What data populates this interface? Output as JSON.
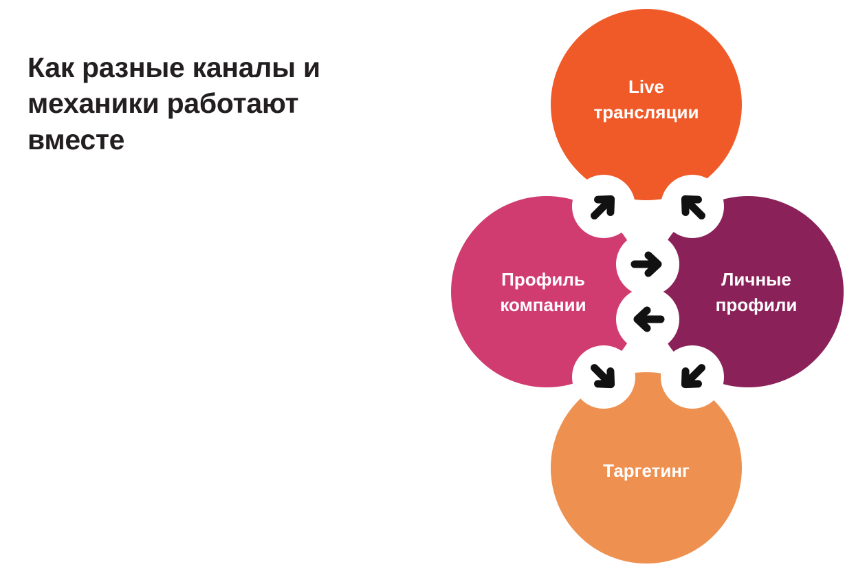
{
  "page": {
    "background_color": "#ffffff",
    "text_color": "#231f20"
  },
  "headline": {
    "text": "Как разные каналы и\nмеханики работают\nвместе"
  },
  "diagram": {
    "type": "cycle-diagram",
    "nodes": [
      {
        "id": "live",
        "label_line1": "Live",
        "label_line2": "трансляции",
        "color": "#F05A28",
        "position": "top"
      },
      {
        "id": "company-profile",
        "label_line1": "Профиль",
        "label_line2": "компании",
        "color": "#D13C70",
        "position": "left"
      },
      {
        "id": "personal-profiles",
        "label_line1": "Личные",
        "label_line2": "профили",
        "color": "#8B2159",
        "position": "right"
      },
      {
        "id": "targeting",
        "label_line1": "Таргетинг",
        "label_line2": "",
        "color": "#EE9050",
        "position": "bottom"
      }
    ],
    "connectors": [
      {
        "id": "left-to-top",
        "direction": "up-right",
        "icon": "arrow-up-right-icon"
      },
      {
        "id": "right-to-top",
        "direction": "up-left",
        "icon": "arrow-up-left-icon"
      },
      {
        "id": "left-to-right",
        "direction": "right",
        "icon": "arrow-right-icon"
      },
      {
        "id": "right-to-left",
        "direction": "left",
        "icon": "arrow-left-icon"
      },
      {
        "id": "left-to-bottom",
        "direction": "down-right",
        "icon": "arrow-down-right-icon"
      },
      {
        "id": "right-to-bottom",
        "direction": "down-left",
        "icon": "arrow-down-left-icon"
      }
    ],
    "arrow_color": "#111111",
    "badge_color": "#ffffff"
  }
}
